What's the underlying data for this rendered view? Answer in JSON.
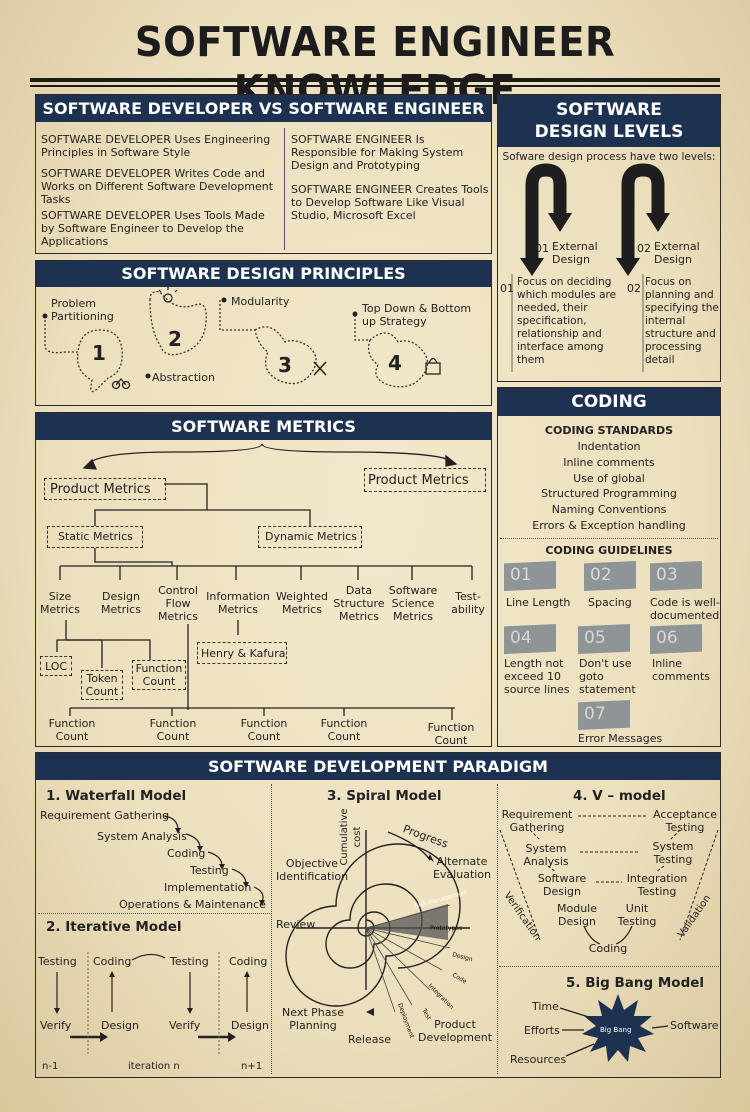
{
  "title": "SOFTWARE ENGINEER KNOWLEDGE",
  "dev_vs_eng": {
    "heading": "SOFTWARE DEVELOPER VS SOFTWARE ENGINEER",
    "left": [
      "SOFTWARE DEVELOPER Uses Engineering Principles in Software Style",
      "SOFTWARE DEVELOPER Writes Code and Works on Different Software Development Tasks",
      "SOFTWARE DEVELOPER Uses Tools Made by Software Engineer to Develop the Applications"
    ],
    "right": [
      "SOFTWARE ENGINEER Is Responsible for Making System Design and Prototyping",
      "SOFTWARE ENGINEER Creates Tools to Develop Software Like Visual Studio, Microsoft Excel"
    ]
  },
  "design_levels": {
    "heading_line1": "SOFTWARE",
    "heading_line2": "DESIGN LEVELS",
    "intro": "Sofware design process have two levels:",
    "l1_num": "01",
    "l1_title": "External Design",
    "l2_num": "02",
    "l2_title": "External Design",
    "d1_num": "01",
    "d1_text": "Focus on deciding which modules are needed, their specification, relationship and interface among them",
    "d2_num": "02",
    "d2_text": "Focus on planning and specifying the internal structure and processing detail"
  },
  "principles": {
    "heading": "SOFTWARE DESIGN PRINCIPLES",
    "p1": "Problem Partitioning",
    "p2": "Abstraction",
    "p3": "Modularity",
    "p4": "Top Down & Bottom up Strategy",
    "n1": "1",
    "n2": "2",
    "n3": "3",
    "n4": "4"
  },
  "metrics": {
    "heading": "SOFTWARE METRICS",
    "product1": "Product Metrics",
    "product2": "Product Metrics",
    "static": "Static Metrics",
    "dynamic": "Dynamic Metrics",
    "items": [
      "Size Metrics",
      "Design Metrics",
      "Control Flow Metrics",
      "Information Metrics",
      "Weighted Metrics",
      "Data Structure Metrics",
      "Software Science Metrics",
      "Test-ability"
    ],
    "henry": "Henry & Kafura",
    "loc": "LOC",
    "token": "Token Count",
    "function": "Function Count",
    "fc": "Function Count"
  },
  "coding": {
    "heading": "CODING",
    "standards_title": "CODING STANDARDS",
    "standards": [
      "Indentation",
      "Inline comments",
      "Use of global",
      "Structured Programming",
      "Naming Conventions",
      "Errors & Exception handling"
    ],
    "guidelines_title": "CODING GUIDELINES",
    "guidelines": [
      {
        "num": "01",
        "text": "Line Length"
      },
      {
        "num": "02",
        "text": "Spacing"
      },
      {
        "num": "03",
        "text": "Code is well-documented"
      },
      {
        "num": "04",
        "text": "Length not exceed 10 source lines"
      },
      {
        "num": "05",
        "text": "Don't use goto statement"
      },
      {
        "num": "06",
        "text": "Inline comments"
      },
      {
        "num": "07",
        "text": "Error Messages"
      }
    ]
  },
  "paradigm": {
    "heading": "SOFTWARE DEVELOPMENT PARADIGM",
    "waterfall": {
      "title": "1. Waterfall Model",
      "steps": [
        "Requirement Gathering",
        "System Analysis",
        "Coding",
        "Testing",
        "Implementation",
        "Operations & Maintenance"
      ]
    },
    "iterative": {
      "title": "2. Iterative Model",
      "testing": "Testing",
      "coding": "Coding",
      "verify": "Verify",
      "design": "Design",
      "n_minus": "n-1",
      "iteration": "iteration n",
      "n_plus": "n+1"
    },
    "spiral": {
      "title": "3. Spiral Model",
      "cost": "Cumulative cost",
      "progress": "Progress",
      "objective": "Objective Identification",
      "alternate": "Alternate Evaluation",
      "review": "Review",
      "next": "Next Phase Planning",
      "release": "Release",
      "product": "Product Development",
      "rings": [
        "Risk Management",
        "Prototypes",
        "Design",
        "Code",
        "Integration",
        "Test",
        "Deployment"
      ]
    },
    "vmodel": {
      "title": "4. V – model",
      "req": "Requirement Gathering",
      "acc": "Acceptance Testing",
      "sys": "System Analysis",
      "syst": "System Testing",
      "sd": "Software Design",
      "int": "Integration Testing",
      "md": "Module Design",
      "ut": "Unit Testing",
      "coding": "Coding",
      "verification": "Verification",
      "validation": "Validation"
    },
    "bigbang": {
      "title": "5. Big Bang Model",
      "time": "Time",
      "efforts": "Efforts",
      "resources": "Resources",
      "software": "Software",
      "center": "Big Bang"
    }
  },
  "colors": {
    "band": "#1d3250",
    "paper": "#efe3c4",
    "chip": "#8f9496"
  }
}
